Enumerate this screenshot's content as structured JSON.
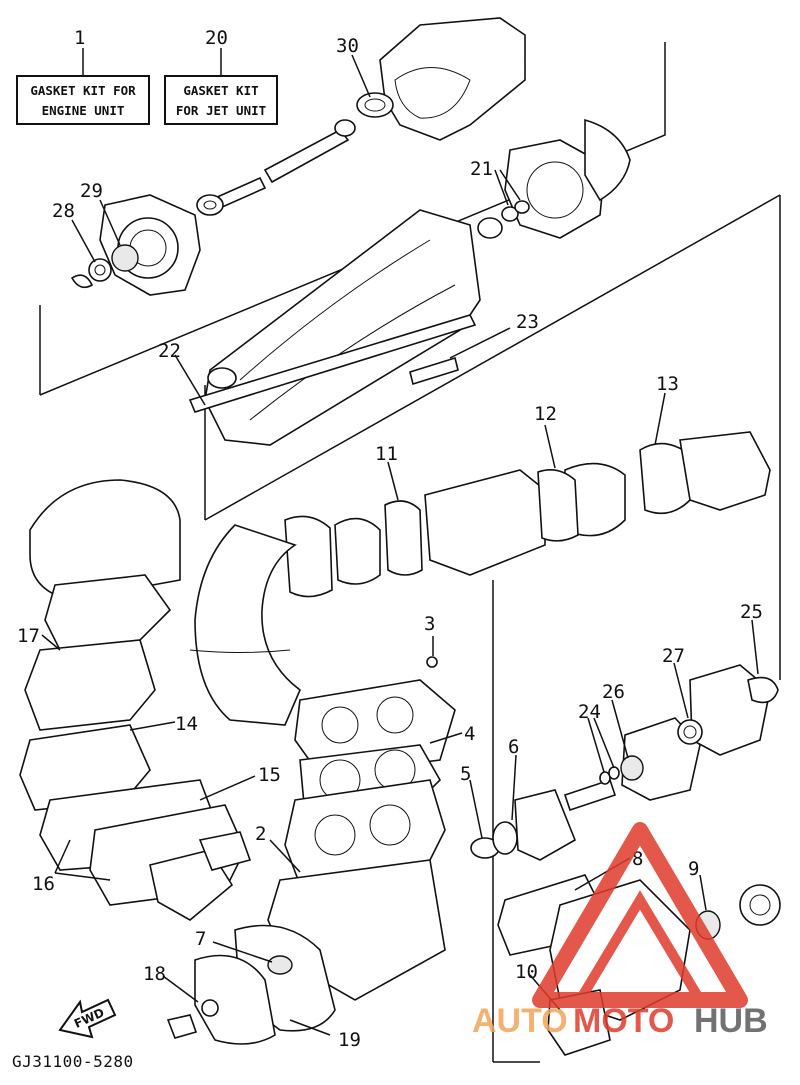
{
  "kits": [
    {
      "number": "1",
      "line1": "GASKET KIT FOR",
      "line2": "ENGINE UNIT"
    },
    {
      "number": "20",
      "line1": "GASKET KIT",
      "line2": "FOR JET UNIT"
    }
  ],
  "callouts": {
    "n2": "2",
    "n3": "3",
    "n4": "4",
    "n5": "5",
    "n6": "6",
    "n7": "7",
    "n8": "8",
    "n9": "9",
    "n10": "10",
    "n11": "11",
    "n12": "12",
    "n13": "13",
    "n14": "14",
    "n15": "15",
    "n16": "16",
    "n17": "17",
    "n18": "18",
    "n19": "19",
    "n21": "21",
    "n22": "22",
    "n23": "23",
    "n24": "24",
    "n25": "25",
    "n26": "26",
    "n27": "27",
    "n28": "28",
    "n29": "29",
    "n30": "30"
  },
  "fwd_label": "FWD",
  "diagram_code": "GJ31100-5280",
  "watermark": {
    "part1": "AUTO",
    "part2": "MOTO",
    "part3": "HUB"
  },
  "colors": {
    "ink": "#111111",
    "watermark_red": "#e03c2c",
    "watermark_orange": "#f2a55a",
    "watermark_gray": "#5a5a5a"
  }
}
